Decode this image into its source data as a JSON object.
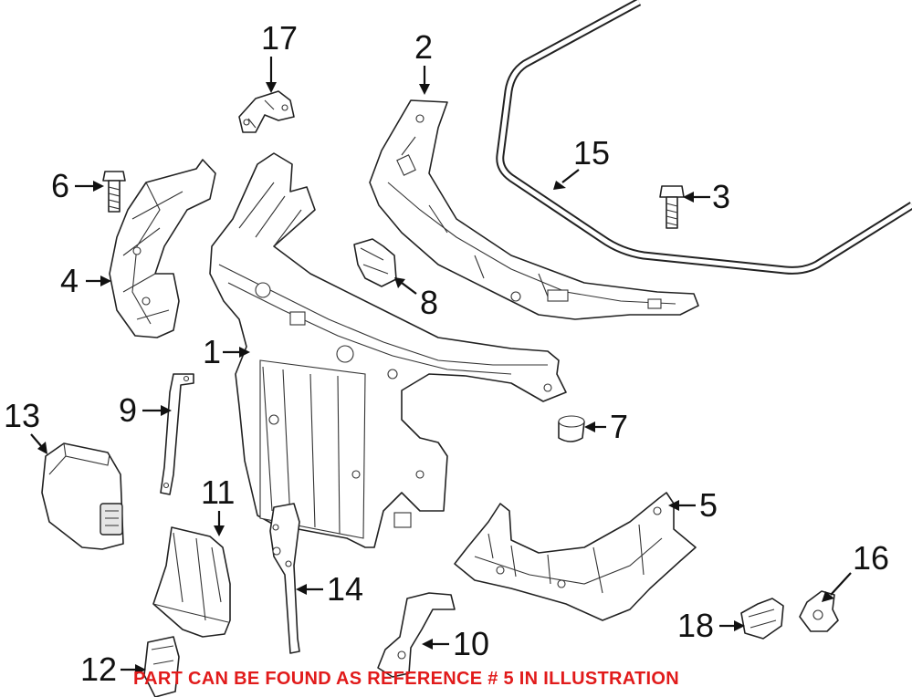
{
  "callouts": [
    {
      "id": "1",
      "label": "1",
      "part": "radiator-support"
    },
    {
      "id": "2",
      "label": "2",
      "part": "upper-tie-bar"
    },
    {
      "id": "3",
      "label": "3",
      "part": "bolt"
    },
    {
      "id": "4",
      "label": "4",
      "part": "left-side-bracket"
    },
    {
      "id": "5",
      "label": "5",
      "part": "lower-right-bracket"
    },
    {
      "id": "6",
      "label": "6",
      "part": "bolt"
    },
    {
      "id": "7",
      "label": "7",
      "part": "nut"
    },
    {
      "id": "8",
      "label": "8",
      "part": "clip"
    },
    {
      "id": "9",
      "label": "9",
      "part": "strap"
    },
    {
      "id": "10",
      "label": "10",
      "part": "lower-bracket"
    },
    {
      "id": "11",
      "label": "11",
      "part": "air-guide"
    },
    {
      "id": "12",
      "label": "12",
      "part": "bracket"
    },
    {
      "id": "13",
      "label": "13",
      "part": "module"
    },
    {
      "id": "14",
      "label": "14",
      "part": "center-brace"
    },
    {
      "id": "15",
      "label": "15",
      "part": "seal"
    },
    {
      "id": "16",
      "label": "16",
      "part": "bracket"
    },
    {
      "id": "17",
      "label": "17",
      "part": "hood-latch-bracket"
    },
    {
      "id": "18",
      "label": "18",
      "part": "clip"
    }
  ],
  "footer_note": "PART CAN BE FOUND AS REFERENCE # 5 IN ILLUSTRATION",
  "colors": {
    "note": "#e11b1b",
    "line": "#222222",
    "background": "#ffffff"
  }
}
